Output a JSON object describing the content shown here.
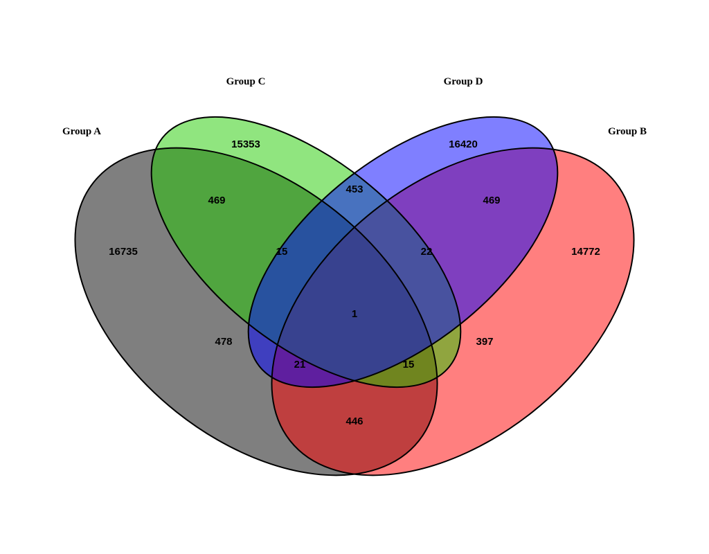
{
  "sets": [
    {
      "id": "a",
      "label": "Group A",
      "color": "#000000"
    },
    {
      "id": "b",
      "label": "Group B",
      "color": "#ff0000"
    },
    {
      "id": "c",
      "label": "Group C",
      "color": "#22cc00"
    },
    {
      "id": "d",
      "label": "Group D",
      "color": "#0000ff"
    }
  ],
  "regions": {
    "a_only": "16735",
    "b_only": "14772",
    "c_only": "15353",
    "d_only": "16420",
    "ac": "469",
    "cd": "453",
    "bd": "469",
    "acd": "15",
    "bcd": "22",
    "abcd": "1",
    "ad": "478",
    "bc": "397",
    "abd": "21",
    "abc": "15",
    "ab": "446"
  }
}
